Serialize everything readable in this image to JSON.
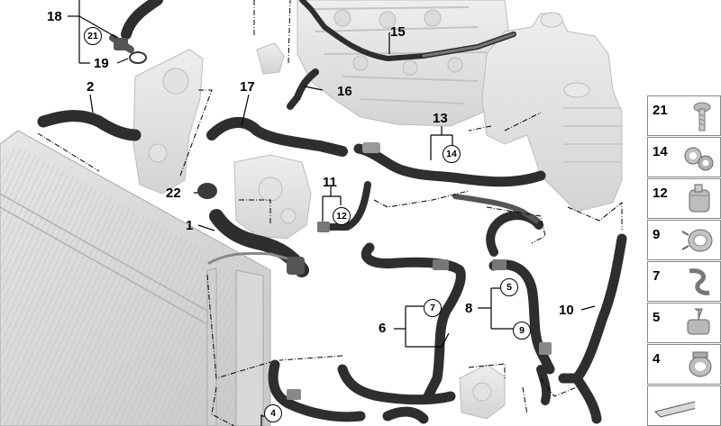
{
  "callouts": {
    "c1": "1",
    "c2": "2",
    "c4": "4",
    "c5": "5",
    "c6": "6",
    "c7": "7",
    "c8": "8",
    "c9": "9",
    "c10": "10",
    "c11": "11",
    "c12": "12",
    "c13": "13",
    "c14": "14",
    "c15": "15",
    "c16": "16",
    "c17": "17",
    "c18": "18",
    "c19": "19",
    "c21": "21",
    "c22": "22"
  },
  "circled": {
    "k4": "4",
    "k5": "5",
    "k7": "7",
    "k9": "9",
    "k12": "12",
    "k14": "14",
    "k21": "21"
  },
  "legend": {
    "items": [
      {
        "label": "21",
        "icon": "bolt-icon"
      },
      {
        "label": "14",
        "icon": "double-clip-icon"
      },
      {
        "label": "12",
        "icon": "hose-clamp-icon"
      },
      {
        "label": "9",
        "icon": "spring-clamp-icon"
      },
      {
        "label": "7",
        "icon": "spring-clip-icon"
      },
      {
        "label": "5",
        "icon": "clip-bracket-icon"
      },
      {
        "label": "4",
        "icon": "clamp-icon"
      },
      {
        "label": "",
        "icon": "tool-icon"
      }
    ]
  }
}
